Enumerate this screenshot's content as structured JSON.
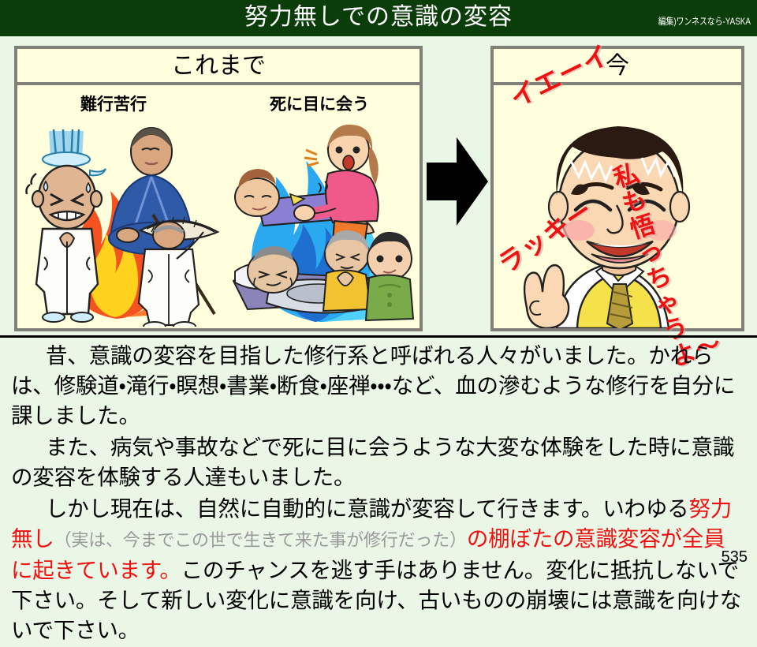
{
  "slide": {
    "page_number": "535",
    "background_color": "#eaf6e6"
  },
  "header": {
    "title": "努力無しでの意識の変容",
    "credit": "編集)ワンネスなら-YASKA",
    "bar_color": "#0b3d0b",
    "title_color": "#ffffff"
  },
  "panels": {
    "past": {
      "heading": "これまで",
      "sublabels": [
        {
          "text": "難行苦行"
        },
        {
          "text": "死に目に会う"
        }
      ],
      "illustration_alt": "滝行する行者と座禅する僧と遍路姿の行者、背景は赤い炎 / 心肺蘇生を受ける人と病床を囲む家族、背景は青い炎"
    },
    "now": {
      "heading": "今",
      "illustration_alt": "ピースサインをして笑う黄色いシャツの男性のイラスト",
      "shouts": [
        {
          "name": "yeah",
          "text": "イエーイ"
        },
        {
          "name": "lucky",
          "text": "ラッキー"
        },
        {
          "name": "satori",
          "text": "私も悟っちゃうよ〜"
        }
      ],
      "shout_color": "#ee1111"
    },
    "arrow_color": "#000000",
    "panel_background": "#ffffdd",
    "panel_border": "#808078"
  },
  "body": {
    "paragraph1": "昔、意識の変容を目指した修行系と呼ばれる人々がいました。かれらは、修験道・滝行・瞑想・書業・断食・座禅・・・など、血の滲むような修行を自分に課しました。",
    "paragraph2": "また、病気や事故などで死に目に会うような大変な体験をした時に意識の変容を体験する人達もいました。",
    "paragraph3_part1": "しかし現在は、自然に自動的に意識が変容して行きます。いわゆる",
    "paragraph3_red1": "努力無し",
    "paragraph3_note": "（実は、今までこの世で生きて来た事が修行だった）",
    "paragraph3_red2": "の棚ぼたの意識変容が全員に起きています。",
    "paragraph3_part2": "このチャンスを逃す手はありません。変化に抵抗しないで下さい。そして新しい変化に意識を向け、古いものの崩壊には意識を向けないで下さい。",
    "text_color": "#000000",
    "emphasis_color": "#ee1111",
    "note_color": "#9a9a9a"
  }
}
